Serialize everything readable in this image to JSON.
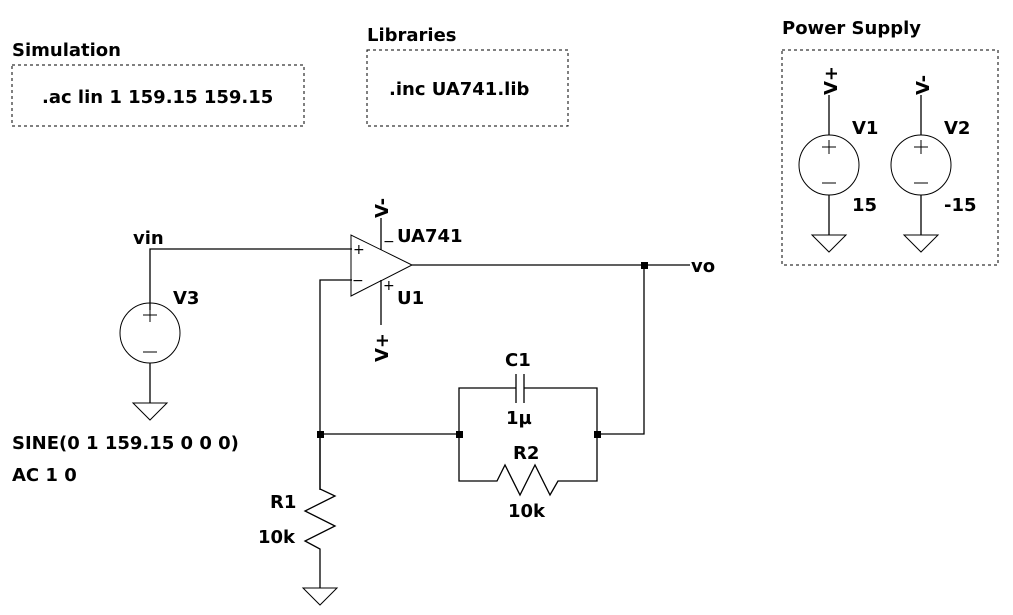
{
  "sections": {
    "simulation": {
      "title": "Simulation",
      "directive": ".ac lin 1 159.15 159.15"
    },
    "libraries": {
      "title": "Libraries",
      "directive": ".inc UA741.lib"
    },
    "power_supply": {
      "title": "Power Supply",
      "sources": [
        {
          "name": "V1",
          "value": "15",
          "net": "V+"
        },
        {
          "name": "V2",
          "value": "-15",
          "net": "V-"
        }
      ]
    }
  },
  "opamp": {
    "model": "UA741",
    "ref": "U1",
    "top_net": "V-",
    "bottom_net": "V+",
    "pin_plus": "+",
    "pin_minus": "−",
    "sup_minus": "−",
    "sup_plus": "+"
  },
  "source_v3": {
    "name": "V3",
    "line1": "SINE(0 1 159.15 0 0 0)",
    "line2": "AC 1 0"
  },
  "nets": {
    "input": "vin",
    "output": "vo"
  },
  "components": {
    "c1": {
      "name": "C1",
      "value": "1µ"
    },
    "r2": {
      "name": "R2",
      "value": "10k"
    },
    "r1": {
      "name": "R1",
      "value": "10k"
    }
  },
  "symbols": {
    "plus": "+",
    "minus": "−"
  }
}
